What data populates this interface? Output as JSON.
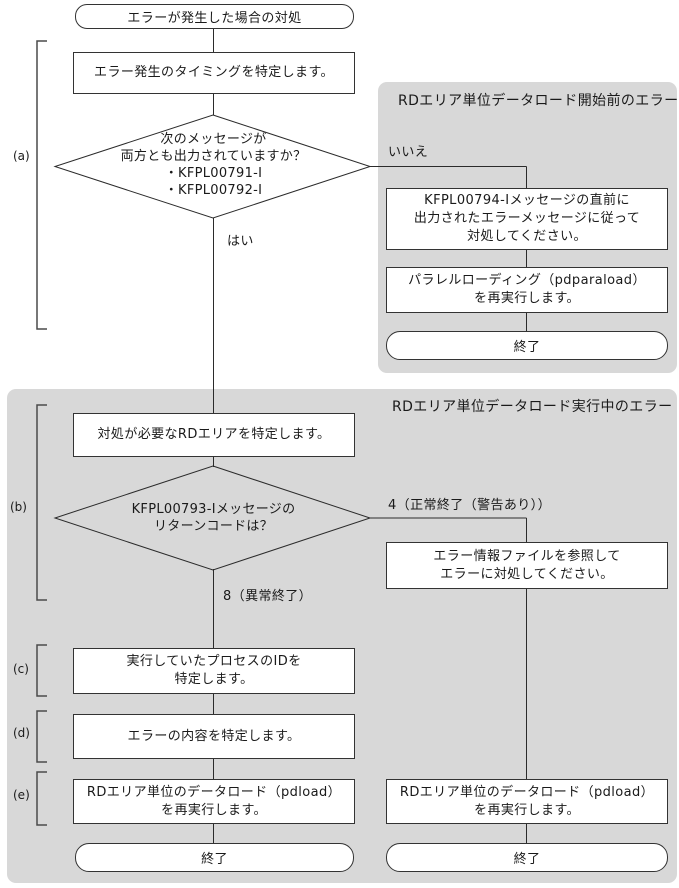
{
  "flowchart": {
    "start": "エラーが発生した場合の対処",
    "step_identify_timing": "エラー発生のタイミングを特定します。",
    "decision_messages": {
      "line1": "次のメッセージが",
      "line2": "両方とも出力されていますか？",
      "line3": "・KFPL00791-I",
      "line4": "・KFPL00792-I"
    },
    "branch_yes": "はい",
    "branch_no": "いいえ",
    "panel_before": {
      "title": "RDエリア単位データロード開始前のエラー",
      "step_kfpl00794": {
        "line1": "KFPL00794-Iメッセージの直前に",
        "line2": "出力されたエラーメッセージに従って",
        "line3": "対処してください。"
      },
      "step_pdparaload": {
        "line1": "パラレルローディング（pdparaload）",
        "line2": "を再実行します。"
      },
      "end": "終了"
    },
    "panel_during": {
      "title": "RDエリア単位データロード実行中のエラー",
      "step_identify_rdarea": "対処が必要なRDエリアを特定します。",
      "decision_returncode": {
        "line1": "KFPL00793-Iメッセージの",
        "line2": "リターンコードは？"
      },
      "branch_rc4": "4（正常終了（警告あり））",
      "branch_rc8": "8（異常終了）",
      "step_error_info": {
        "line1": "エラー情報ファイルを参照して",
        "line2": "エラーに対処してください。"
      },
      "step_identify_process": {
        "line1": "実行していたプロセスのIDを",
        "line2": "特定します。"
      },
      "step_identify_error": "エラーの内容を特定します。",
      "step_pdload_left": {
        "line1": "RDエリア単位のデータロード（pdload）",
        "line2": "を再実行します。"
      },
      "step_pdload_right": {
        "line1": "RDエリア単位のデータロード（pdload）",
        "line2": "を再実行します。"
      },
      "end_left": "終了",
      "end_right": "終了"
    },
    "side_labels": {
      "a": "(a)",
      "b": "(b)",
      "c": "(c)",
      "d": "(d)",
      "e": "(e)"
    }
  },
  "colors": {
    "panel_bg": "#d8d8d8",
    "box_bg": "#ffffff",
    "stroke": "#2b2b2b",
    "text": "#1a1a1a"
  }
}
